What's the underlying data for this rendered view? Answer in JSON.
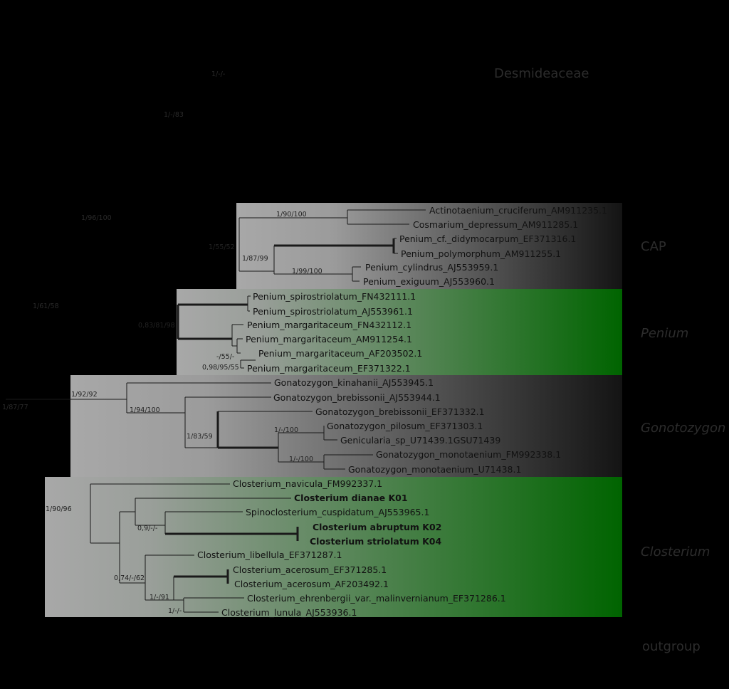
{
  "clades": {
    "desmideaceae": "Desmideaceae",
    "cap": "CAP",
    "penium": "Penium",
    "gonatozygon": "Gonotozygon",
    "closterium": "Closterium",
    "outgroup": "outgroup"
  },
  "support": {
    "s_desm": "1/-/-",
    "s_83": "1/-/83",
    "s_96_100": "1/96/100",
    "s_61_58": "1/61/58",
    "s_87_77": "1/87/77",
    "s_cap_root": "1/55/52",
    "s_cap_a": "1/90/100",
    "s_cap_b": "1/87/99",
    "s_cap_c": "1/99/100",
    "s_pen_root": "0,83/81/98",
    "s_pen_a": "-/55/-",
    "s_pen_b": "0,98/95/55",
    "s_gon_root": "1/92/92",
    "s_gon_a": "1/94/100",
    "s_gon_b": "1/83/59",
    "s_gon_c": "1/-/100",
    "s_gon_d": "1/-/100",
    "s_clo_root": "1/90/96",
    "s_clo_a": "0,9/-/-",
    "s_clo_b": "0,74/-/62",
    "s_clo_c": "1/-/91",
    "s_clo_d": "1/-/-"
  },
  "leaves": {
    "l01": "Actinotaenium_cruciferum_AM911235.1",
    "l02": "Cosmarium_depressum_AM911285.1",
    "l03": "Penium_cf._didymocarpum_EF371316.1",
    "l04": "Penium_polymorphum_AM911255.1",
    "l05": "Penium_cylindrus_AJ553959.1",
    "l06": "Penium_exiguum_AJ553960.1",
    "l07": "Penium_spirostriolatum_FN432111.1",
    "l08": "Penium_spirostriolatum_AJ553961.1",
    "l09": "Penium_margaritaceum_FN432112.1",
    "l10": "Penium_margaritaceum_AM911254.1",
    "l11": "Penium_margaritaceum_AF203502.1",
    "l12": "Penium_margaritaceum_EF371322.1",
    "l13": "Gonatozygon_kinahanii_AJ553945.1",
    "l14": "Gonatozygon_brebissonii_AJ553944.1",
    "l15": "Gonatozygon_brebissonii_EF371332.1",
    "l16": "Gonatozygon_pilosum_EF371303.1",
    "l17": "Genicularia_sp_U71439.1GSU71439",
    "l18": "Gonatozygon_monotaenium_FM992338.1",
    "l19": "Gonatozygon_monotaenium_U71438.1",
    "l20": "Closterium_navicula_FM992337.1",
    "l21": "Closterium dianae K01",
    "l22": "Spinoclosterium_cuspidatum_AJ553965.1",
    "l23": "Closterium abruptum K02",
    "l24": "Closterium striolatum K04",
    "l25": "Closterium_libellula_EF371287.1",
    "l26": "Closterium_acerosum_EF371285.1",
    "l27": "Closterium_acerosum_AF203492.1",
    "l28": "Closterium_ehrenbergii_var._malinvernianum_EF371286.1",
    "l29": "Closterium_lunula_AJ553936.1"
  },
  "colors": {
    "background": "#000000",
    "panel_light": "#a6a6a6",
    "panel_green": "#006400",
    "panel_dark": "#151515"
  }
}
